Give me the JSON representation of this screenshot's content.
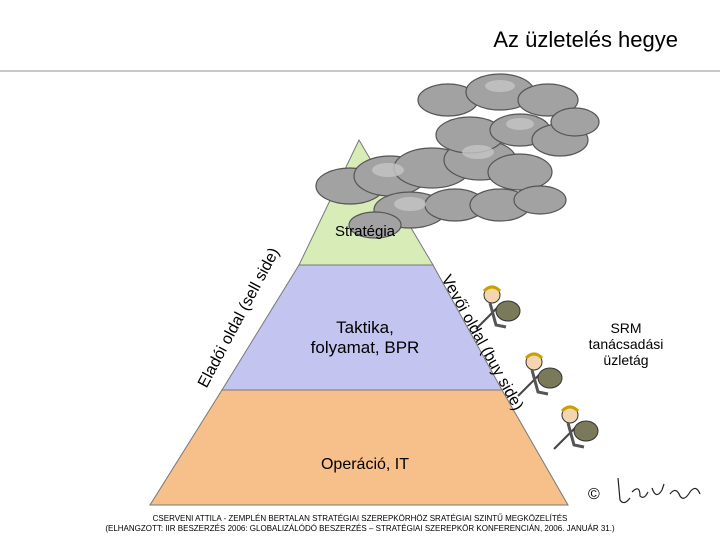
{
  "title": "Az üzletelés hegye",
  "levels": {
    "strategy": "Stratégia",
    "tactics_line1": "Taktika,",
    "tactics_line2": "folyamat, BPR",
    "operations": "Operáció, IT"
  },
  "side_labels": {
    "sell_side": "Eladói oldal (sell side)",
    "buy_side": "Vevői oldal (buy side)"
  },
  "srm": {
    "line1": "SRM",
    "line2": "tanácsadási",
    "line3": "üzletág"
  },
  "copyright_symbol": "©",
  "footer": {
    "line1": "CSERVENI ATTILA - ZEMPLÉN BERTALAN STRATÉGIAI SZEREPKÖRHÖZ SRATÉGIAI SZINTŰ MEGKÖZELÍTÉS",
    "line2": "(ELHANGZOTT: IIR BESZERZÉS 2006: GLOBALIZÁLÓDÓ BESZERZÉS – STRATÉGIAI SZEREPKÖR KONFERENCIÁN, 2006. JANUÁR 31.)"
  },
  "colors": {
    "strategy_fill": "#d8ecb8",
    "tactics_fill": "#c4c4f0",
    "operations_fill": "#f7c08a",
    "cloud": "#9a9a9a"
  },
  "icons": [
    "cloud-icon",
    "climber-icon",
    "signature-icon"
  ]
}
